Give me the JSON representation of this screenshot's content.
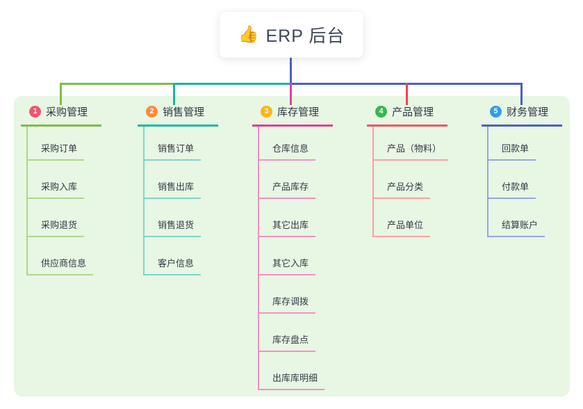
{
  "canvas": {
    "background": "#ffffff",
    "panel_bg": "#e8f6e4"
  },
  "root": {
    "icon": "👍",
    "title": "ERP 后台"
  },
  "connectors": {
    "trunk_color": "#4a5fc6"
  },
  "branches": [
    {
      "num": "1",
      "title": "采购管理",
      "badge_color": "#f4566b",
      "main_color": "#7cbf43",
      "light_color": "#a9d78e",
      "drop_color": "#7cbf43",
      "items": [
        "采购订单",
        "采购入库",
        "采购退货",
        "供应商信息"
      ]
    },
    {
      "num": "2",
      "title": "销售管理",
      "badge_color": "#fb8a3e",
      "main_color": "#14b8a6",
      "light_color": "#7fd4c9",
      "drop_color": "#14b8a6",
      "items": [
        "销售订单",
        "销售出库",
        "销售退货",
        "客户信息"
      ]
    },
    {
      "num": "3",
      "title": "库存管理",
      "badge_color": "#fdb515",
      "main_color": "#e23c96",
      "light_color": "#f191c5",
      "drop_color": "#d8459c",
      "items": [
        "仓库信息",
        "产品库存",
        "其它出库",
        "其它入库",
        "库存调拨",
        "库存盘点",
        "出库库明细"
      ]
    },
    {
      "num": "4",
      "title": "产品管理",
      "badge_color": "#3db351",
      "main_color": "#f4545c",
      "light_color": "#f7a0a4",
      "drop_color": "#ef4156",
      "items": [
        "产品（物料）",
        "产品分类",
        "产品单位"
      ]
    },
    {
      "num": "5",
      "title": "财务管理",
      "badge_color": "#2f9bf2",
      "main_color": "#4a5fc6",
      "light_color": "#95a6e3",
      "drop_color": "#4a5fc6",
      "items": [
        "回款单",
        "付款单",
        "结算账户"
      ]
    }
  ]
}
